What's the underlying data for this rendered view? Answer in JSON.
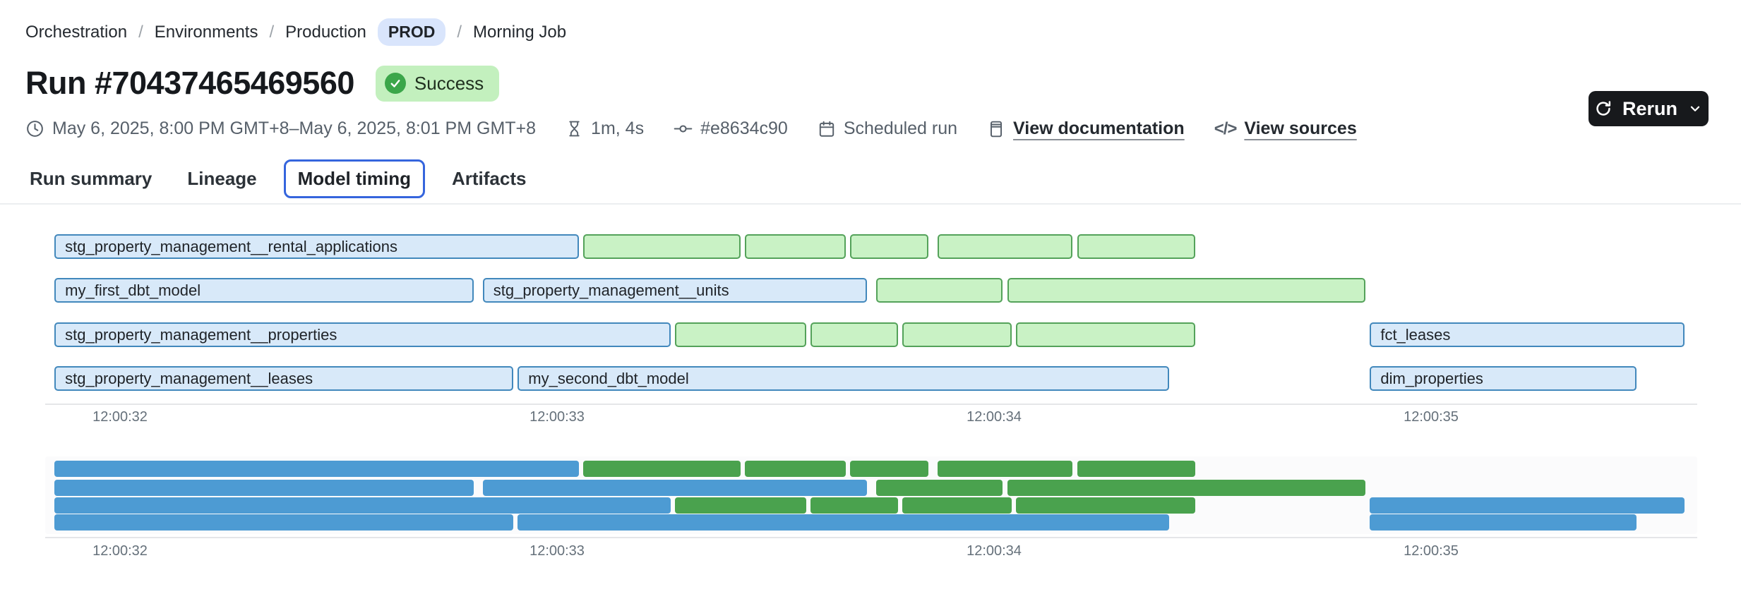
{
  "breadcrumb": {
    "separator": "/",
    "items": [
      "Orchestration",
      "Environments",
      "Production"
    ],
    "env_badge": "PROD",
    "current": "Morning Job"
  },
  "header": {
    "title": "Run #70437465469560",
    "status": "Success"
  },
  "meta": {
    "time_range": "May 6, 2025, 8:00 PM GMT+8–May 6, 2025, 8:01 PM GMT+8",
    "duration": "1m, 4s",
    "commit": "#e8634c90",
    "trigger": "Scheduled run",
    "doc_link": "View documentation",
    "sources_link": "View sources"
  },
  "actions": {
    "rerun": "Rerun"
  },
  "icons": {
    "code": "</>"
  },
  "tabs": [
    {
      "label": "Run summary",
      "active": false
    },
    {
      "label": "Lineage",
      "active": false
    },
    {
      "label": "Model timing",
      "active": true
    },
    {
      "label": "Artifacts",
      "active": false
    }
  ],
  "chart_data": {
    "type": "gantt",
    "title": "Model timing",
    "time_base": "12:00:00",
    "x_axis": {
      "ticks": [
        {
          "label": "12:00:32",
          "t": 32
        },
        {
          "label": "12:00:33",
          "t": 33
        },
        {
          "label": "12:00:34",
          "t": 34
        },
        {
          "label": "12:00:35",
          "t": 35
        }
      ]
    },
    "palette": {
      "blue_fill": "#d8e9f9",
      "blue_border": "#4288bc",
      "green_fill": "#c9f2c5",
      "green_border": "#54a25a",
      "mini_blue": "#4d9bd3",
      "mini_green": "#4aa24e"
    },
    "rows": [
      {
        "bars": [
          {
            "label": "stg_property_management__rental_applications",
            "variant": "blue",
            "start": 31.85,
            "end": 33.05
          },
          {
            "variant": "green",
            "start": 33.06,
            "end": 33.42
          },
          {
            "variant": "green",
            "start": 33.43,
            "end": 33.66
          },
          {
            "variant": "green",
            "start": 33.67,
            "end": 33.85
          },
          {
            "variant": "green",
            "start": 33.87,
            "end": 34.18
          },
          {
            "variant": "green",
            "start": 34.19,
            "end": 34.46
          }
        ]
      },
      {
        "bars": [
          {
            "label": "my_first_dbt_model",
            "variant": "blue",
            "start": 31.85,
            "end": 32.81
          },
          {
            "label": "stg_property_management__units",
            "variant": "blue",
            "start": 32.83,
            "end": 33.71
          },
          {
            "variant": "green",
            "start": 33.73,
            "end": 34.02
          },
          {
            "variant": "green",
            "start": 34.03,
            "end": 34.85
          }
        ]
      },
      {
        "bars": [
          {
            "label": "stg_property_management__properties",
            "variant": "blue",
            "start": 31.85,
            "end": 33.26
          },
          {
            "variant": "green",
            "start": 33.27,
            "end": 33.57
          },
          {
            "variant": "green",
            "start": 33.58,
            "end": 33.78
          },
          {
            "variant": "green",
            "start": 33.79,
            "end": 34.04
          },
          {
            "variant": "green",
            "start": 34.05,
            "end": 34.46
          },
          {
            "label": "fct_leases",
            "variant": "blue",
            "start": 34.86,
            "end": 35.58
          }
        ]
      },
      {
        "bars": [
          {
            "label": "stg_property_management__leases",
            "variant": "blue",
            "start": 31.85,
            "end": 32.9
          },
          {
            "label": "my_second_dbt_model",
            "variant": "blue",
            "start": 32.91,
            "end": 34.4
          },
          {
            "label": "dim_properties",
            "variant": "blue",
            "start": 34.86,
            "end": 35.47
          }
        ]
      }
    ]
  }
}
